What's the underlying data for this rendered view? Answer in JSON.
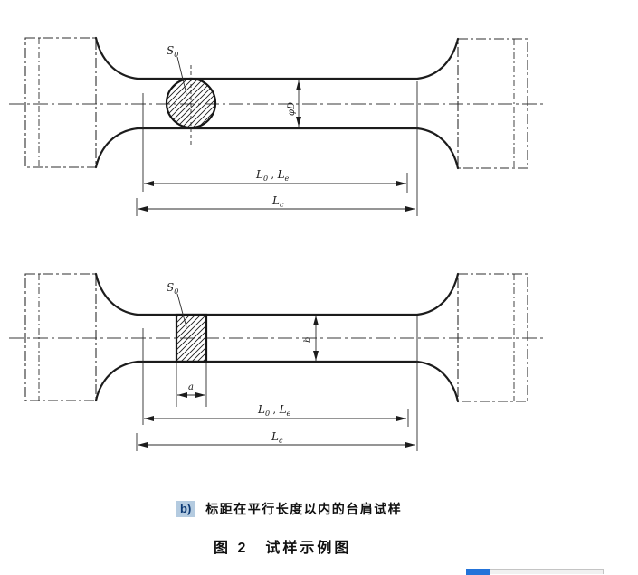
{
  "drawing": {
    "area_label": {
      "main": "S",
      "sub": "0"
    },
    "diameter_label": "φD",
    "thickness_label": "a",
    "width_label": "b",
    "gauge_dim": {
      "l1": "L",
      "s1": "0",
      "sep": " , ",
      "l2": "L",
      "s2": "e"
    },
    "parallel_dim": {
      "l": "L",
      "s": "c"
    }
  },
  "caption": {
    "marker": "b)",
    "item_text": "标距在平行长度以内的台肩试样",
    "figure_title": "图 2　试样示例图"
  },
  "colors": {
    "line": "#1c1c1c",
    "highlight_bg": "#b4cbe0",
    "highlight_text": "#0d3a75",
    "fragment_blue": "#2373d9",
    "fragment_bar_bg": "#f1f1f1",
    "fragment_bar_border": "#c4c4c4"
  }
}
